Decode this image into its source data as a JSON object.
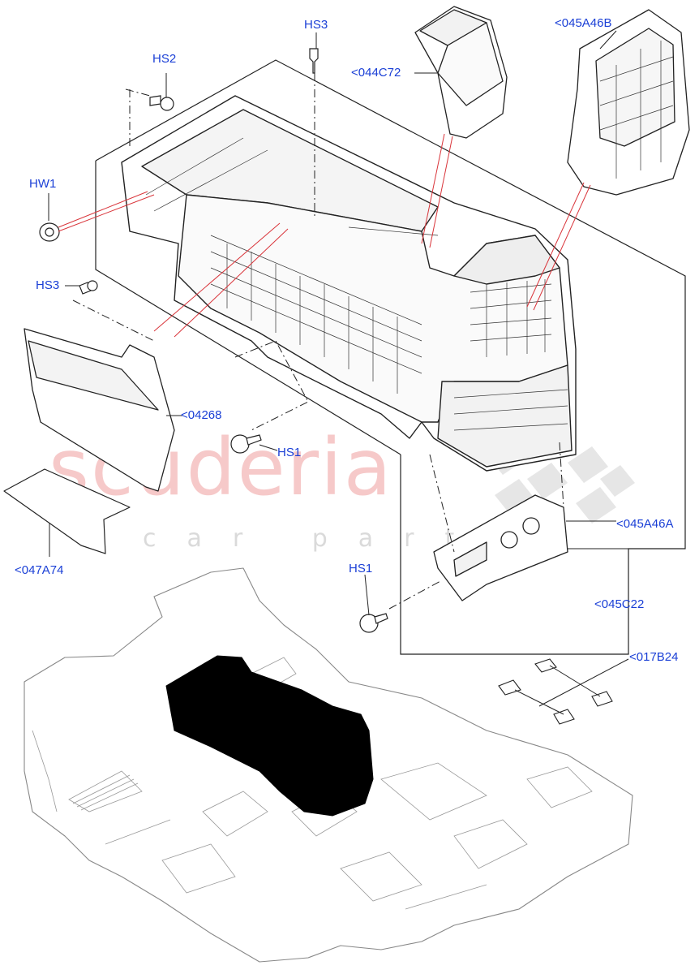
{
  "watermark": {
    "brand": "scuderia",
    "sub": "car parts",
    "color": "#f3b8b8"
  },
  "labels": {
    "hs3_top": "HS3",
    "hs2": "HS2",
    "c044c72": "<044C72",
    "c045a46b": "<045A46B",
    "hw1": "HW1",
    "hs3_left": "HS3",
    "c04268": "<04268",
    "hs1_mid": "HS1",
    "c045a46a": "<045A46A",
    "c047a74": "<047A74",
    "hs1_low": "HS1",
    "c045c22": "<045C22",
    "c017b24": "<017B24"
  },
  "colors": {
    "label": "#1a3fd6",
    "leader_red": "#d9343a",
    "line": "#222222",
    "mat_fill": "#000000"
  }
}
